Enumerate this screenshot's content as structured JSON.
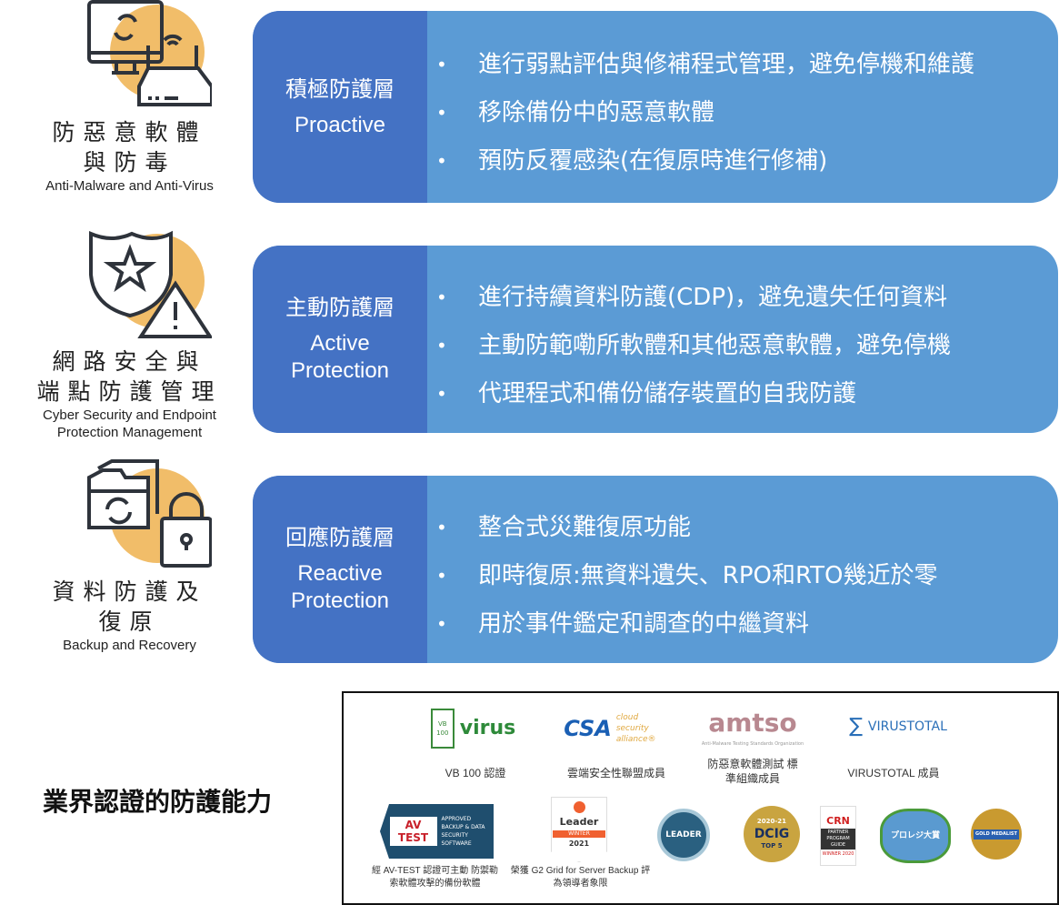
{
  "categories": [
    {
      "zh_line1": "防惡意軟體",
      "zh_line2": "與防毒",
      "en": "Anti-Malware and Anti-Virus"
    },
    {
      "zh_line1": "網路安全與",
      "zh_line2": "端點防護管理",
      "en": "Cyber Security and Endpoint Protection Management"
    },
    {
      "zh_line1": "資料防護及",
      "zh_line2": "復原",
      "en": "Backup and Recovery"
    }
  ],
  "layers": [
    {
      "zh": "積極防護層",
      "en": "Proactive",
      "bullets": [
        "進行弱點評估與修補程式管理，避免停機和維護",
        "移除備份中的惡意軟體",
        "預防反覆感染(在復原時進行修補)"
      ]
    },
    {
      "zh": "主動防護層",
      "en": "Active Protection",
      "bullets": [
        "進行持續資料防護(CDP)，避免遺失任何資料",
        "主動防範嘞所軟體和其他惡意軟體，避免停機",
        "代理程式和備份儲存裝置的自我防護"
      ]
    },
    {
      "zh": "回應防護層",
      "en": "Reactive Protection",
      "bullets": [
        "整合式災難復原功能",
        "即時復原:無資料遺失、RPO和RTO幾近於零",
        "用於事件鑑定和調查的中繼資料"
      ]
    }
  ],
  "bullet": "•",
  "certifications": {
    "heading": "業界認證的防護能力",
    "items": [
      {
        "logo": "virus",
        "logo_sub": "VB 100",
        "caption": "VB 100 認證"
      },
      {
        "logo": "CSA",
        "logo_sub": "cloud security alliance®",
        "caption": "雲端安全性聯盟成員"
      },
      {
        "logo": "amtso",
        "logo_sub": "Anti-Malware Testing Standards Organization",
        "caption": "防惡意軟體測試 標準組織成員"
      },
      {
        "logo": "VIRUSTOTAL",
        "caption": "VIRUSTOTAL 成員"
      },
      {
        "logo": "AV TEST",
        "logo_sub": "APPROVED BACKUP & DATA SECURITY SOFTWARE",
        "caption": "經 AV-TEST 認證可主動 防禦勒索軟體攻擊的備份軟體"
      },
      {
        "logo": "Leader",
        "logo_sub": "WINTER",
        "logo_year": "2021",
        "caption": "榮獲 G2 Grid for Server Backup 評為領導者象限"
      },
      {
        "logo": "LEADER"
      },
      {
        "logo": "DCIG",
        "logo_sub": "TOP 5",
        "logo_year": "2020-21"
      },
      {
        "logo": "CRN",
        "logo_sub": "PARTNER PROGRAM GUIDE",
        "logo_year": "WINNER 2020"
      },
      {
        "logo": "プロレジ大賞"
      },
      {
        "logo": "GOLD MEDALIST"
      }
    ]
  },
  "colors": {
    "dark_blue": "#4472C4",
    "light_blue": "#5B9BD5",
    "orange": "#F1BD69",
    "icon": "#2E333B"
  }
}
